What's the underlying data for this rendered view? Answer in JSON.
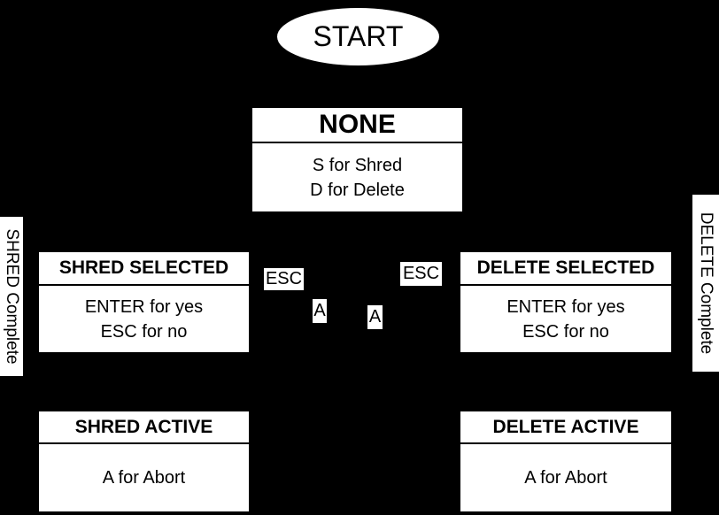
{
  "diagram": {
    "colors": {
      "background": "#000000",
      "node_fill": "#ffffff",
      "node_text": "#000000"
    },
    "start_label": "START",
    "states": {
      "none": {
        "title": "NONE",
        "line1": "S for Shred",
        "line2": "D for Delete"
      },
      "shred_selected": {
        "title": "SHRED SELECTED",
        "line1": "ENTER for yes",
        "line2": "ESC for no"
      },
      "delete_selected": {
        "title": "DELETE SELECTED",
        "line1": "ENTER for yes",
        "line2": "ESC for no"
      },
      "shred_active": {
        "title": "SHRED ACTIVE",
        "line1": "A for Abort"
      },
      "delete_active": {
        "title": "DELETE ACTIVE",
        "line1": "A for Abort"
      }
    },
    "edge_labels": {
      "esc_left": "ESC",
      "a_left": "A",
      "a_right": "A",
      "esc_right": "ESC"
    },
    "side_labels": {
      "left": "SHRED Complete",
      "right": "DELETE Complete"
    }
  }
}
